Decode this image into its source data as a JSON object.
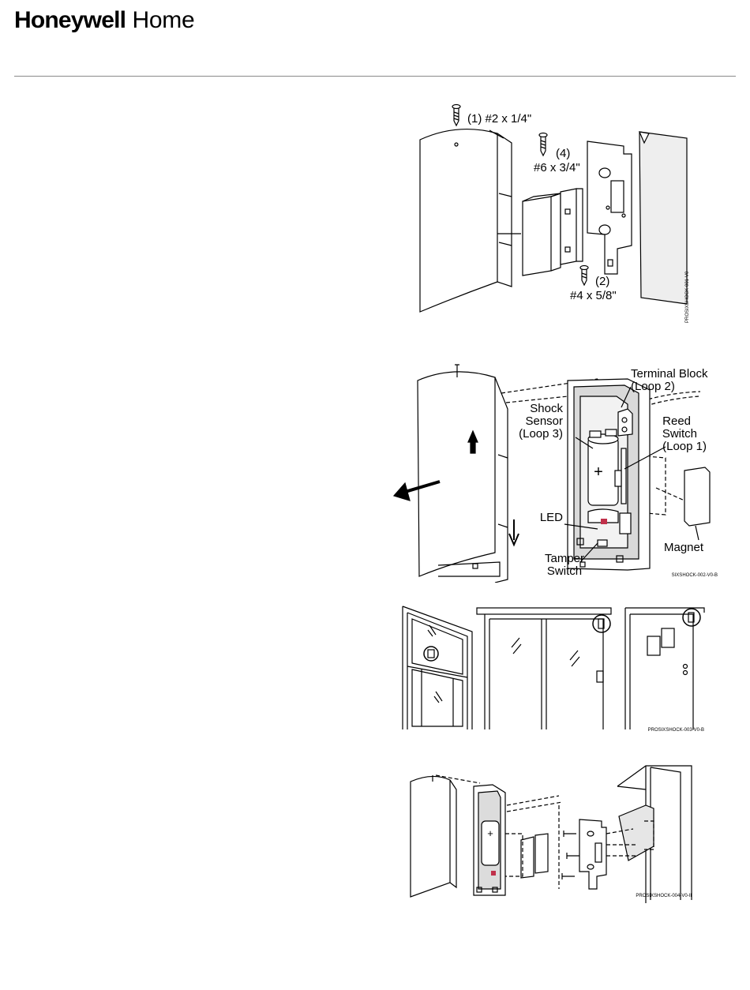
{
  "header": {
    "brand_bold": "Honeywell",
    "brand_light": "Home"
  },
  "figure1": {
    "screw1": "(1) #2 x 1/4\"",
    "screw4_qty": "(4)",
    "screw4_size": "#6 x 3/4\"",
    "screw2_qty": "(2)",
    "screw2_size": "#4 x 5/8\"",
    "code": "PROSIXSHOCK-001-V0"
  },
  "figure2": {
    "terminal_block_1": "Terminal Block",
    "terminal_block_2": "(Loop 2)",
    "shock_1": "Shock",
    "shock_2": "Sensor",
    "shock_3": "(Loop 3)",
    "reed_1": "Reed",
    "reed_2": "Switch",
    "reed_3": "(Loop 1)",
    "led": "LED",
    "magnet": "Magnet",
    "tamper_1": "Tamper",
    "tamper_2": "Switch",
    "plus": "+",
    "code": "SIXSHOCK-002-V0-B"
  },
  "figure3": {
    "code": "PROSIXSHOCK-003-V0-B"
  },
  "figure4": {
    "plus": "+",
    "code": "PROSIXSHOCK-004-V0-II"
  },
  "colors": {
    "led": "#c0304a",
    "line": "#000000",
    "rule": "#8a8a8a"
  }
}
